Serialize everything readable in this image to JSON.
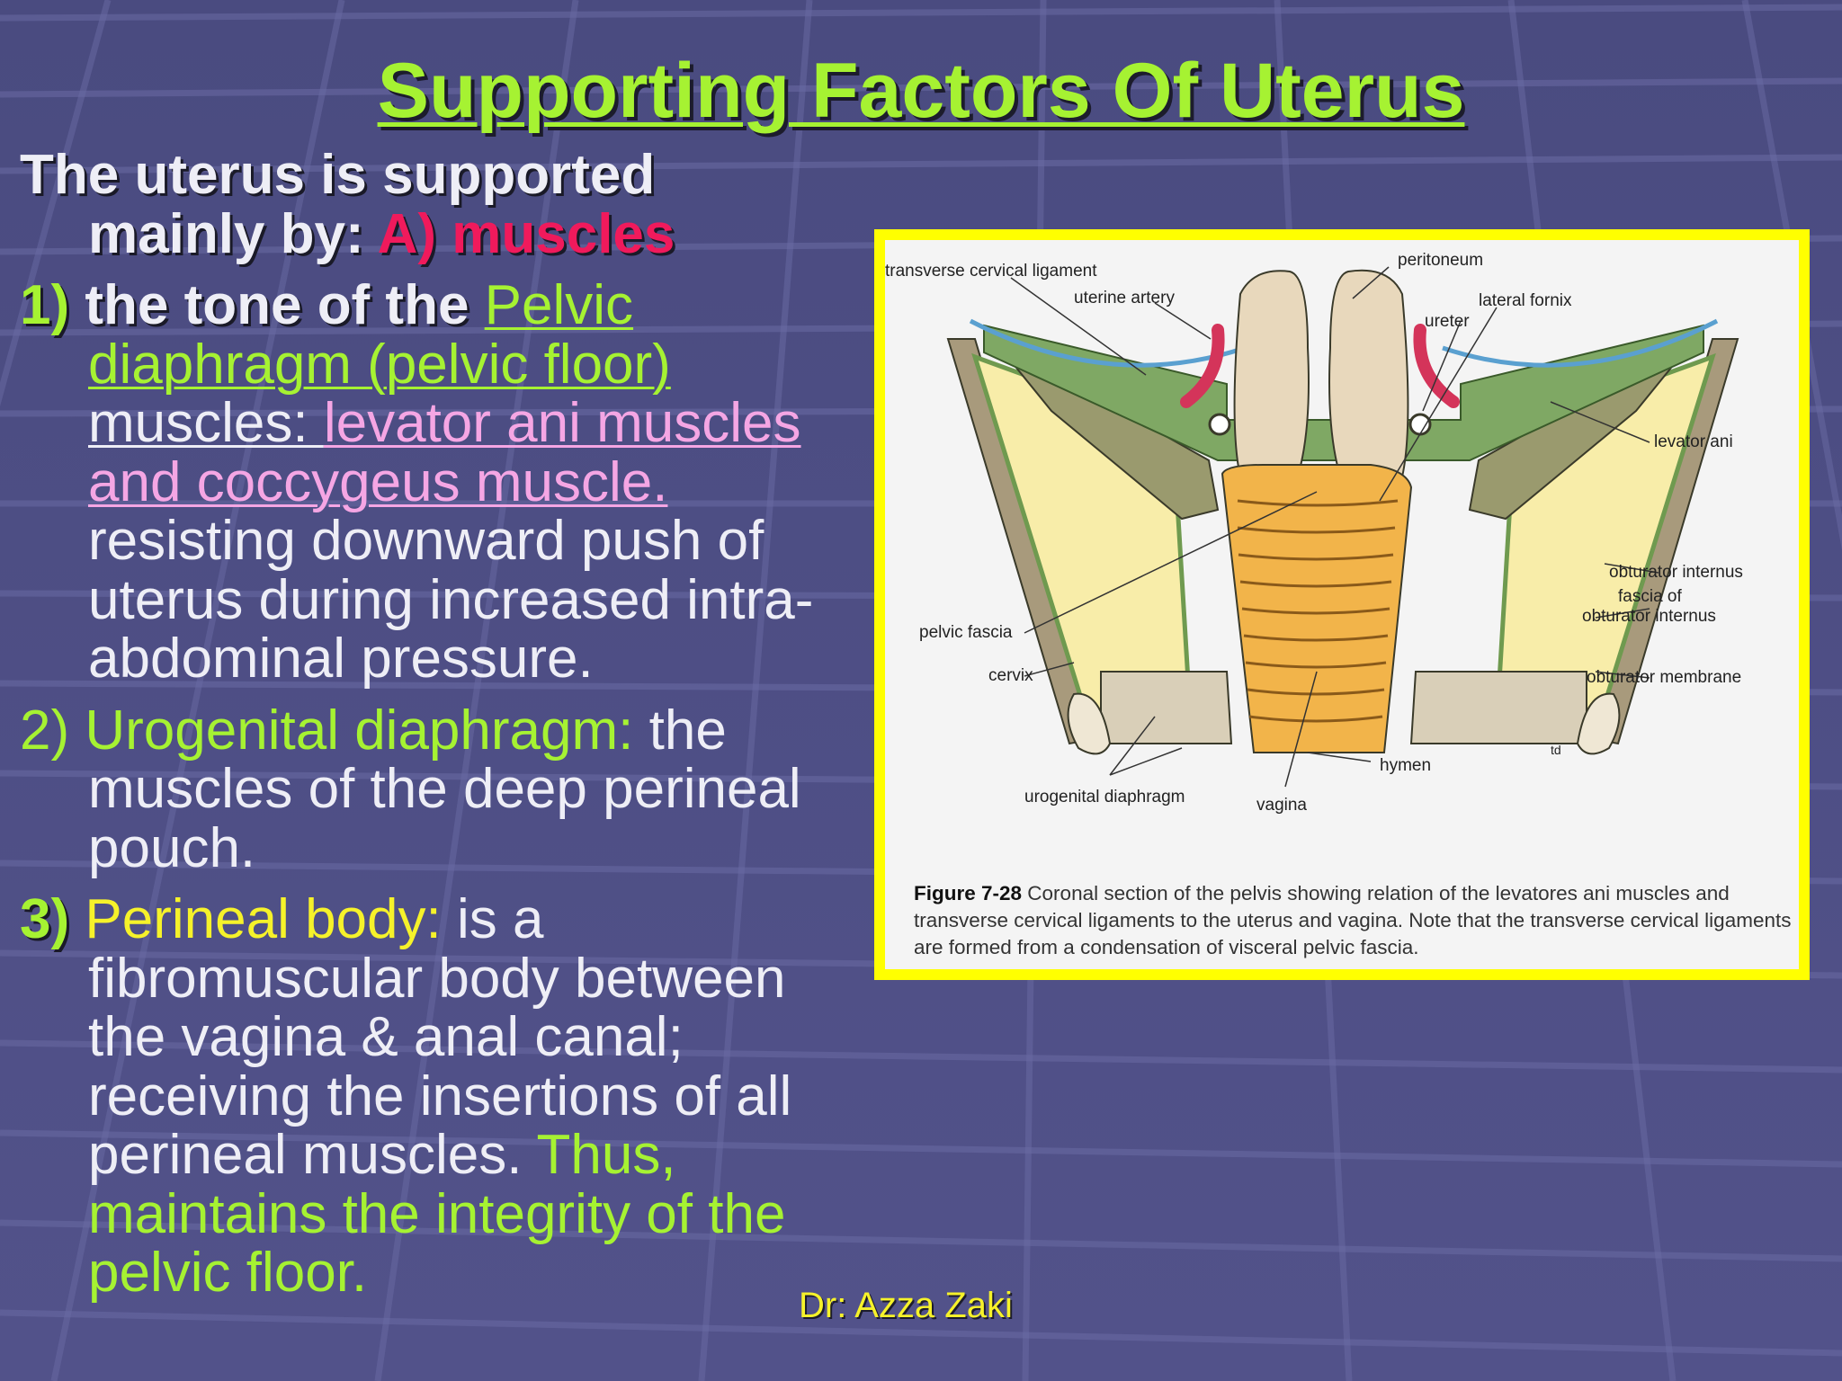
{
  "slide": {
    "title": "Supporting Factors Of Uterus",
    "footer": "Dr: Azza Zaki"
  },
  "intro": {
    "line1": "The uterus is supported",
    "line2": "mainly by: ",
    "highlight": "A) muscles"
  },
  "points": [
    {
      "number": "1)",
      "lead": " the tone of the ",
      "link1": "Pelvic diaphragm (pelvic floor)",
      "link2": "muscles: ",
      "link3": "levator ani muscles and coccygeus muscle. ",
      "rest": "resisting  downward push of  uterus during increased intra-abdominal pressure."
    },
    {
      "number": "2)",
      "heading": " Urogenital diaphragm:",
      "rest": " the muscles of the deep perineal pouch."
    },
    {
      "number": "3)",
      "heading": " Perineal  body:",
      "rest": " is a fibromuscular body between the vagina & anal canal; receiving the insertions of all perineal muscles. ",
      "emphasis": "Thus, maintains the integrity of the pelvic floor."
    }
  ],
  "figure": {
    "labels": {
      "transverse_cervical_ligament": "transverse cervical ligament",
      "uterine_artery": "uterine artery",
      "peritoneum": "peritoneum",
      "lateral_fornix": "lateral fornix",
      "ureter": "ureter",
      "levator_ani": "levator ani",
      "obturator_internus": "obturator internus",
      "fascia_of": "fascia of",
      "obturator_internus_2": "obturator internus",
      "obturator_membrane": "obturator membrane",
      "pelvic_fascia": "pelvic fascia",
      "cervix": "cervix",
      "hymen": "hymen",
      "urogenital_diaphragm": "urogenital diaphragm",
      "vagina": "vagina",
      "signature": "td"
    },
    "caption_label": "Figure 7-28",
    "caption_text": " Coronal section of the pelvis showing relation of the levatores ani muscles and transverse cervical ligaments to the uterus and vagina. Note that the transverse cervical ligaments are formed from a condensation of visceral pelvic fascia.",
    "colors": {
      "frame": "#ffff00",
      "fat": "#f8eda9",
      "muscle": "#9a9a6e",
      "fascia": "#8fbf6f",
      "vagina": "#f2b44a",
      "uterus": "#e8d8bc",
      "artery": "#d4345a"
    }
  }
}
